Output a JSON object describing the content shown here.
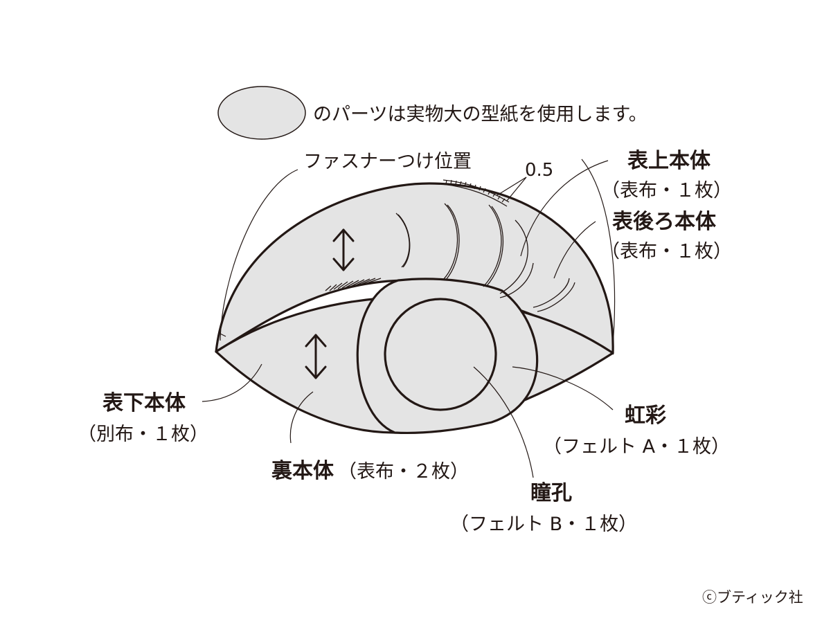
{
  "legend": {
    "text": "のパーツは実物大の型紙を使用します。",
    "swatch_color": "#e4e4e4"
  },
  "labels": {
    "zipper": "ファスナーつけ位置",
    "seam": "0.5",
    "upper_body_title": "表上本体",
    "upper_body_sub": "（表布・１枚）",
    "back_body_title": "表後ろ本体",
    "back_body_sub": "（表布・１枚）",
    "lower_body_title": "表下本体",
    "lower_body_sub": "（別布・１枚）",
    "reverse_body_title": "裏本体",
    "reverse_body_sub": "（表布・２枚）",
    "iris_title": "虹彩",
    "iris_sub": "（フェルト A・１枚）",
    "pupil_title": "瞳孔",
    "pupil_sub": "（フェルト B・１枚）"
  },
  "credit": "ⓒブティック社",
  "colors": {
    "fill": "#e4e4e4",
    "line": "#231815"
  }
}
